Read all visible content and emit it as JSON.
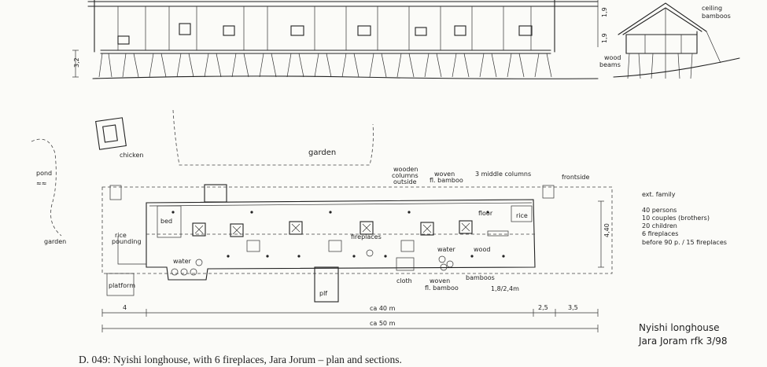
{
  "sketch": {
    "elevation_labels": {
      "height_left": "3,2",
      "height_right_top": "1,9",
      "height_right_bottom": "1,9"
    },
    "section_labels": {
      "ceiling": "ceiling",
      "bamboos": "bamboos",
      "wood_beams": "wood",
      "wood_beams_2": "beams"
    },
    "site_labels": {
      "pond": "pond",
      "pond_symbol": "≈≈",
      "garden_top": "garden",
      "garden_left": "garden",
      "chicken": "chicken"
    },
    "plan_labels": {
      "wooden_columns": "wooden",
      "wooden_columns_2": "columns",
      "wooden_columns_3": "outside",
      "woven_bamboo_top": "woven",
      "woven_bamboo_top_2": "fl. bamboo",
      "middle_columns": "3 middle columns",
      "frontside": "frontside",
      "bed": "bed",
      "rice_pounding": "rice",
      "rice_pounding_2": "pounding",
      "floor": "floor",
      "rice_right": "rice",
      "fireplaces": "fireplaces",
      "water_left": "water",
      "water_right": "water",
      "wood": "wood",
      "platform": "platform",
      "cloth": "cloth",
      "woven_bamboo_bottom": "woven",
      "woven_bamboo_bottom_2": "fl. bamboo",
      "bamboos": "bamboos",
      "scale": "1,8/2,4m",
      "plf": "plf",
      "width": "4,40"
    },
    "dimension_labels": {
      "left_dim": "4",
      "ca40": "ca 40 m",
      "dim_2_5": "2,5",
      "dim_3_5": "3,5",
      "ca50": "ca 50 m"
    },
    "notes": [
      "ext. family",
      "40 persons",
      "10 couples (brothers)",
      "20 children",
      "6 fireplaces",
      "before 90 p. / 15 fireplaces"
    ],
    "title_note": {
      "line1": "Nyishi longhouse",
      "line2": "Jara Joram  rfk 3/98"
    }
  },
  "caption": "D. 049:  Nyishi longhouse, with 6 fireplaces, Jara Jorum – plan and sections."
}
